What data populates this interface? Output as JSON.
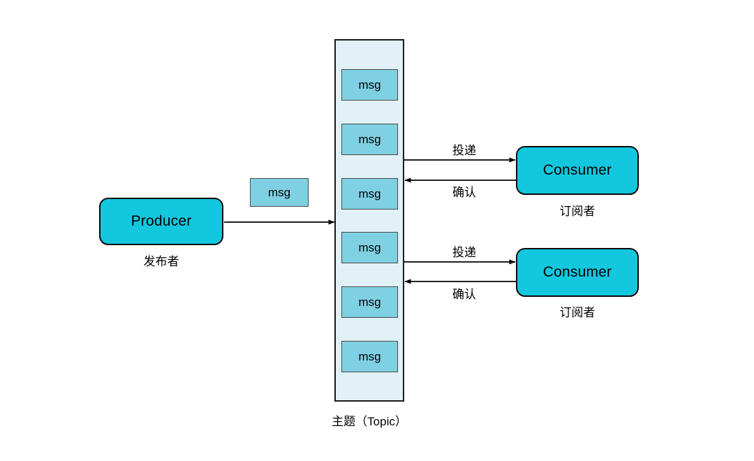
{
  "diagram": {
    "title": "Publish-Subscribe messaging topology",
    "background": "#ffffff",
    "colors": {
      "actor_fill": "#12C7DE",
      "actor_stroke": "#0b0b0b",
      "topic_fill": "#E1F1F7",
      "topic_stroke": "#1a1a1a",
      "msg_fill": "#7FD0E2",
      "msg_stroke": "#4a4a4a",
      "arrow": "#000000"
    },
    "producer": {
      "label": "Producer",
      "caption": "发布者"
    },
    "floating_message": {
      "label": "msg"
    },
    "topic": {
      "caption": "主题（Topic）",
      "messages": [
        {
          "label": "msg"
        },
        {
          "label": "msg"
        },
        {
          "label": "msg"
        },
        {
          "label": "msg"
        },
        {
          "label": "msg"
        },
        {
          "label": "msg"
        }
      ]
    },
    "consumers": [
      {
        "label": "Consumer",
        "caption": "订阅者",
        "deliver_label": "投递",
        "ack_label": "确认"
      },
      {
        "label": "Consumer",
        "caption": "订阅者",
        "deliver_label": "投递",
        "ack_label": "确认"
      }
    ]
  }
}
